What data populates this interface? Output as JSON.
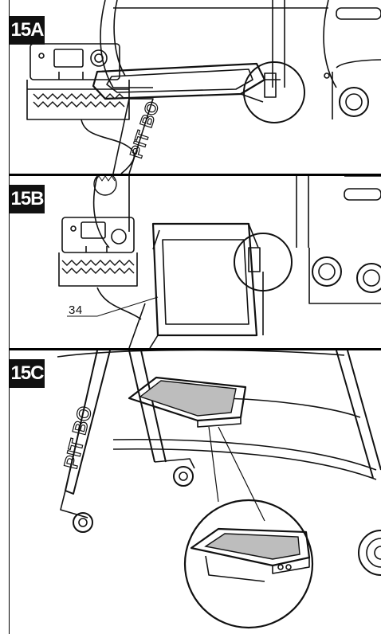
{
  "panels": [
    {
      "label": "15A"
    },
    {
      "label": "15B",
      "callout": "34"
    },
    {
      "label": "15C"
    }
  ],
  "brand_text": "PIT BO"
}
